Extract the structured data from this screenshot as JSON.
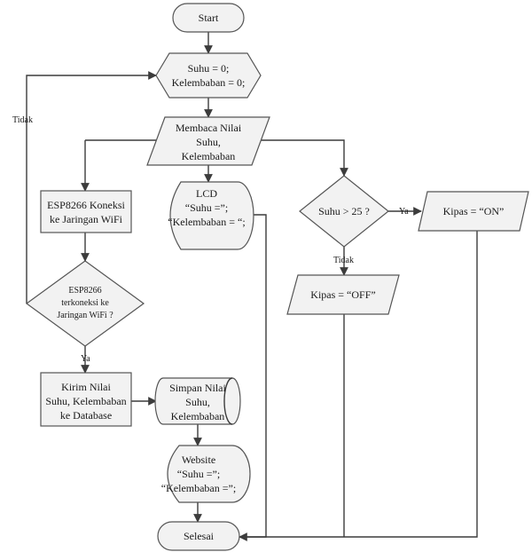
{
  "nodes": {
    "start": {
      "label": "Start"
    },
    "init": {
      "lines": [
        "Suhu = 0;",
        "Kelembaban = 0;"
      ]
    },
    "read": {
      "lines": [
        "Membaca Nilai",
        "Suhu,",
        "Kelembaban"
      ]
    },
    "esp_connect": {
      "lines": [
        "ESP8266 Koneksi",
        "ke Jaringan WiFi"
      ]
    },
    "esp_check": {
      "lines": [
        "ESP8266",
        "terkoneksi ke",
        "Jaringan WiFi ?"
      ]
    },
    "send": {
      "lines": [
        "Kirim Nilai",
        "Suhu, Kelembaban",
        "ke Database"
      ]
    },
    "store": {
      "lines": [
        "Simpan Nilai",
        "Suhu,",
        "Kelembaban"
      ]
    },
    "website": {
      "lines": [
        "Website",
        "“Suhu =”;",
        "“Kelembaban =”;"
      ]
    },
    "lcd": {
      "lines": [
        "LCD",
        "“Suhu =”;",
        "“Kelembaban = “;"
      ]
    },
    "temp_check": {
      "label": "Suhu > 25 ?"
    },
    "fan_on": {
      "label": "Kipas = “ON”"
    },
    "fan_off": {
      "label": "Kipas = “OFF”"
    },
    "end": {
      "label": "Selesai"
    }
  },
  "edge_labels": {
    "no_loop": "Tidak",
    "yes_send": "Ya",
    "yes_on": "Ya",
    "no_off": "Tidak"
  },
  "colors": {
    "shape_fill": "#f2f2f2",
    "shape_stroke": "#555555",
    "line": "#3c3c3c",
    "text": "#1a1a1a"
  }
}
